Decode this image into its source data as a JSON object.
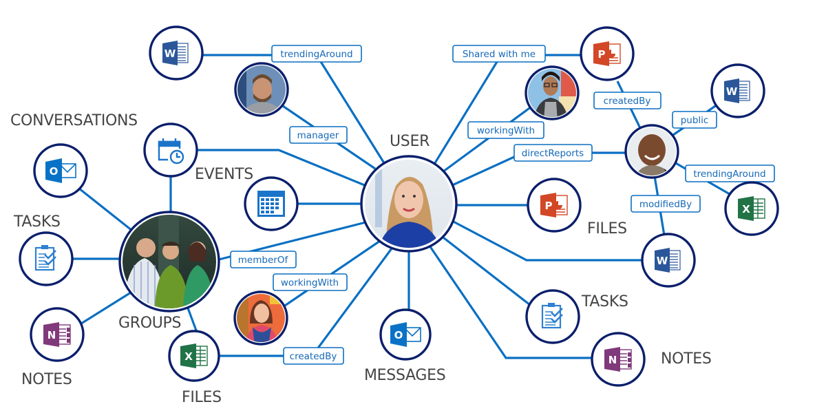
{
  "title": "Microsoft Graph connections diagram",
  "colors": {
    "edge": "#0a6fc2",
    "ring": "#0b1f6b",
    "label_text": "#1569b8",
    "section_text": "#444444",
    "word": "#2b579a",
    "powerpoint": "#d24726",
    "excel": "#217346",
    "onenote": "#80397b",
    "outlook": "#0a72c6",
    "tasks": "#2f80d0",
    "calendar": "#1a74c9"
  },
  "section_labels": {
    "user": "USER",
    "conversations": "CONVERSATIONS",
    "events": "EVENTS",
    "tasks_left": "TASKS",
    "groups": "GROUPS",
    "notes_left": "NOTES",
    "files_left": "FILES",
    "messages": "MESSAGES",
    "files_right": "FILES",
    "tasks_right": "TASKS",
    "notes_right": "NOTES"
  },
  "edge_labels": {
    "trending_around_left": "trendingAround",
    "manager": "manager",
    "member_of": "memberOf",
    "working_with_left": "workingWith",
    "created_by_left": "createdBy",
    "shared_with_me": "Shared with me",
    "working_with_right": "workingWith",
    "direct_reports": "directReports",
    "created_by_right": "createdBy",
    "public": "public",
    "trending_around_right": "trendingAround",
    "modified_by": "modifiedBy"
  },
  "nodes": {
    "user": {
      "kind": "person-photo",
      "description": "User (woman, blue top)"
    },
    "manager": {
      "kind": "person-photo",
      "description": "Manager (bearded man)"
    },
    "coworker_right": {
      "kind": "person-photo",
      "description": "Coworker (man with glasses)"
    },
    "direct_report": {
      "kind": "person-photo",
      "description": "Direct report (smiling man)"
    },
    "coworker_left": {
      "kind": "person-photo",
      "description": "Coworker (woman, scarf)"
    },
    "groups": {
      "kind": "group-photo",
      "description": "Group of three people"
    },
    "word_top": {
      "kind": "word-icon",
      "letter": "W"
    },
    "ppt_top": {
      "kind": "powerpoint-icon",
      "letter": "P"
    },
    "word_right": {
      "kind": "word-icon",
      "letter": "W"
    },
    "excel_right": {
      "kind": "excel-icon",
      "letter": "X"
    },
    "ppt_files": {
      "kind": "powerpoint-icon",
      "letter": "P"
    },
    "word_files": {
      "kind": "word-icon",
      "letter": "W"
    },
    "tasks_right": {
      "kind": "tasks-icon"
    },
    "onenote_right": {
      "kind": "onenote-icon",
      "letter": "N"
    },
    "outlook_messages": {
      "kind": "outlook-icon",
      "letter": "O"
    },
    "calendar_events": {
      "kind": "calendar-icon"
    },
    "calendar_clock": {
      "kind": "calendar-clock-icon"
    },
    "outlook_conversations": {
      "kind": "outlook-icon",
      "letter": "O"
    },
    "tasks_left": {
      "kind": "tasks-icon"
    },
    "onenote_left": {
      "kind": "onenote-icon",
      "letter": "N"
    },
    "excel_files_left": {
      "kind": "excel-icon",
      "letter": "X"
    }
  }
}
